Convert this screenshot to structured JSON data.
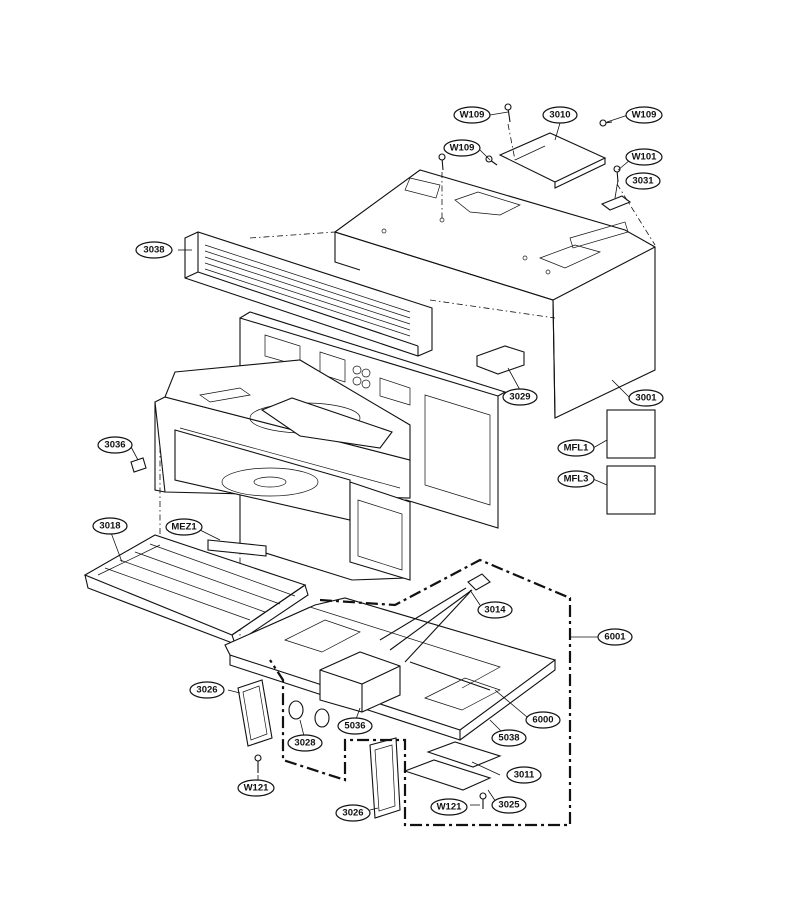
{
  "parts": {
    "w109_a": "W109",
    "p3010": "3010",
    "w109_b": "W109",
    "w109_c": "W109",
    "w101": "W101",
    "p3031": "3031",
    "p3038": "3038",
    "p3029": "3029",
    "p3001": "3001",
    "mfl1": "MFL1",
    "mfl3": "MFL3",
    "p3036": "3036",
    "p3018": "3018",
    "mez1": "MEZ1",
    "p3014": "3014",
    "p6001": "6001",
    "p3026_a": "3026",
    "p3028": "3028",
    "p5036": "5036",
    "p6000": "6000",
    "p5038": "5038",
    "w121_a": "W121",
    "p3011": "3011",
    "p3025": "3025",
    "w121_b": "W121",
    "p3026_b": "3026"
  }
}
